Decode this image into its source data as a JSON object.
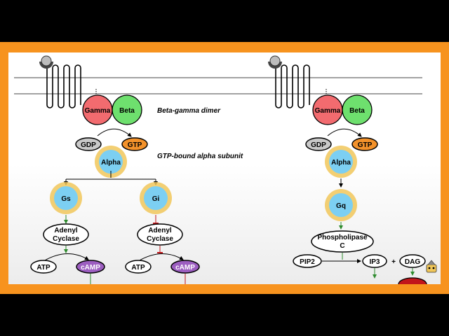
{
  "colors": {
    "frame": "#f7931e",
    "gamma": "#f26b6f",
    "beta": "#6ee06e",
    "gdp": "#c9c9c9",
    "gtp": "#f3922b",
    "alpha": "#7ccff2",
    "halo": "#f1c75a",
    "camp": "#9c5ec0",
    "plc_product": "#c1161b"
  },
  "left": {
    "gamma": "Gamma",
    "beta": "Beta",
    "dimer_caption": "Beta-gamma dimer",
    "gdp": "GDP",
    "gtp": "GTP",
    "alpha_caption": "GTP-bound alpha subunit",
    "alpha": "Alpha",
    "gs": "Gs",
    "gi": "Gi",
    "adenyl_line1": "Adenyl",
    "adenyl_line2": "Cyclase",
    "atp": "ATP",
    "camp": "cAMP"
  },
  "right": {
    "gamma": "Gamma",
    "beta": "Beta",
    "gdp": "GDP",
    "gtp": "GTP",
    "alpha": "Alpha",
    "gq": "Gq",
    "plc_line1": "Phospholipase",
    "plc_line2": "C",
    "pip2": "PIP2",
    "ip3": "IP3",
    "plus": "+",
    "dag": "DAG"
  }
}
